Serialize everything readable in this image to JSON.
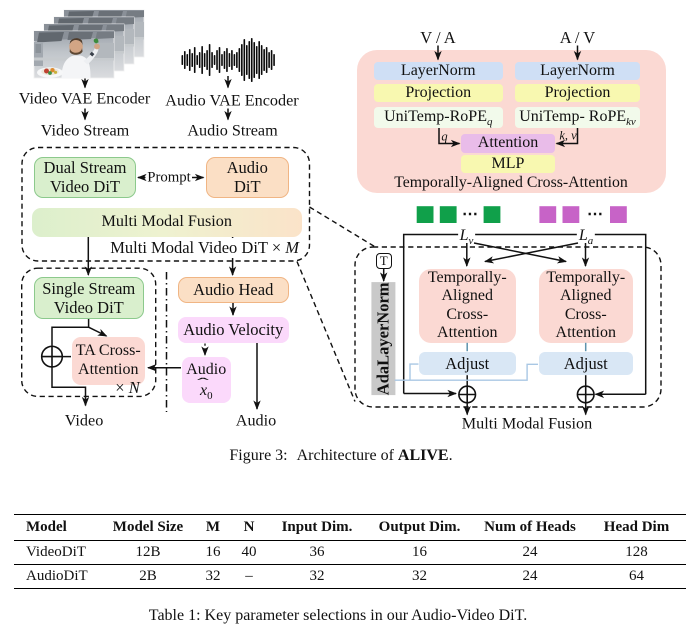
{
  "colors": {
    "ink": "#111111",
    "green_fill": "#d9efcd",
    "green_border": "#8cc98c",
    "peach_fill": "#fbdfc5",
    "peach_border": "#f0b584",
    "pink_fill": "#fbd9d3",
    "magenta_fill": "#fbd9fb",
    "plum_fill": "#e9bce9",
    "blue_fill": "#cfdff5",
    "yellow_fill": "#f8f8b0",
    "palegreen_fill": "#f2faeb",
    "adjust_fill": "#d9e7f5",
    "gray_fill": "#c9c9c9",
    "token_green": "#10a04a",
    "token_magenta": "#c763c7",
    "line_blue": "#a9c7e4",
    "connector_blue": "#5e93ad",
    "fusion_start": "#dcefcc",
    "fusion_mid": "#eef2d0",
    "fusion_end": "#fbe3c9"
  },
  "sources": {
    "video_vae": "Video VAE Encoder",
    "audio_vae": "Audio VAE Encoder",
    "video_stream": "Video Stream",
    "audio_stream": "Audio Stream"
  },
  "mm_dit": {
    "dual_stream_l1": "Dual Stream",
    "dual_stream_l2": "Video DiT",
    "prompt": "Prompt",
    "audio_dit_l1": "Audio",
    "audio_dit_l2": "DiT",
    "fusion": "Multi Modal Fusion",
    "block_label": "Multi Modal Video DiT × ",
    "block_label_var": "M"
  },
  "decoder": {
    "single_stream_l1": "Single Stream",
    "single_stream_l2": "Video DiT",
    "ta_l1": "TA Cross-",
    "ta_l2": "Attention",
    "repeat": "× ",
    "repeat_var": "N",
    "video_out": "Video"
  },
  "audio_path": {
    "head": "Audio Head",
    "velocity": "Audio Velocity",
    "x0_l1": "Audio",
    "x0_hat": "ˆ",
    "x0_base": "x",
    "x0_sub": "0",
    "audio_out": "Audio"
  },
  "panel": {
    "va": "V / A",
    "av": "A / V",
    "layernorm": "LayerNorm",
    "projection": "Projection",
    "unitemp_q": "UniTemp-RoPE",
    "unitemp_q_sub": "q",
    "unitemp_kv": "UniTemp- RoPE",
    "unitemp_kv_sub": "kv",
    "q_label": "q",
    "kv_label": "k, v",
    "attention": "Attention",
    "mlp": "MLP",
    "caption": "Temporally-Aligned Cross-Attention"
  },
  "tokens": {
    "ellipsis": "⋯"
  },
  "detail": {
    "t": "T",
    "adalayernorm": "AdaLayerNorm",
    "lv_base": "L",
    "lv_sub": "v",
    "la_base": "L",
    "la_sub": "a",
    "ta_l1": "Temporally-",
    "ta_l2": "Aligned",
    "ta_l3": "Cross-",
    "ta_l4": "Attention",
    "adjust": "Adjust",
    "fusion_out": "Multi Modal Fusion"
  },
  "figure_caption": {
    "label": "Figure 3:",
    "text": "Architecture of ",
    "strong": "ALIVE",
    "suffix": "."
  },
  "table": {
    "headers": [
      "Model",
      "Model Size",
      "M",
      "N",
      "Input Dim.",
      "Output Dim.",
      "Num of Heads",
      "Head Dim"
    ],
    "rows": [
      [
        "VideoDiT",
        "12B",
        "16",
        "40",
        "36",
        "16",
        "24",
        "128"
      ],
      [
        "AudioDiT",
        "2B",
        "32",
        "–",
        "32",
        "32",
        "24",
        "64"
      ]
    ],
    "caption": "Table 1: Key parameter selections in our Audio-Video DiT."
  }
}
